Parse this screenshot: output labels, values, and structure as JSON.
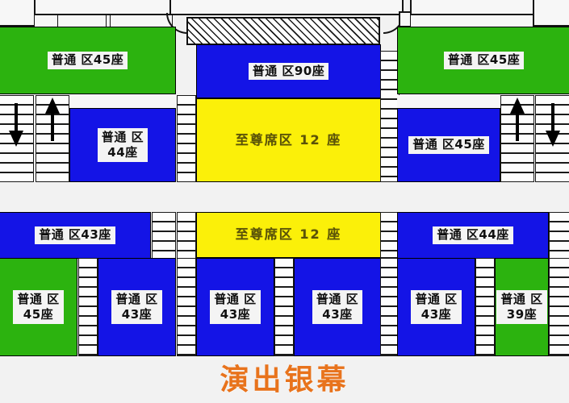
{
  "plan": {
    "screen_caption": "演出银幕",
    "colors": {
      "normal_green": "#2cb30f",
      "normal_blue": "#1414e6",
      "vip_yellow": "#fbf009",
      "caption_orange": "#e8731c",
      "outline_black": "#141414",
      "background": "#f2f2f2"
    }
  },
  "zones": {
    "upper_left_green_45": "普通  区45座",
    "upper_left_blue_44": "普通  区\n44座",
    "upper_center_blue_90": "普通  区90座",
    "upper_center_vip_12": "至尊席区 12 座",
    "upper_right_green_45": "普通  区45座",
    "upper_right_blue_45": "普通  区45座",
    "lower_left_blue_43": "普通  区43座",
    "lower_left_green_45": "普通  区\n45座",
    "lower_left_blue_43b": "普通  区\n43座",
    "lower_center_vip_12": "至尊席区 12 座",
    "lower_center_blue_43": "普通  区\n43座",
    "lower_center_blue_43b": "普通  区\n43座",
    "lower_right_blue_44": "普通  区44座",
    "lower_right_blue_43": "普通  区\n43座",
    "lower_right_green_39": "普通  区\n39座"
  },
  "aisles": {
    "left_outer_direction": "down",
    "left_inner_direction": "up",
    "right_inner_direction": "up",
    "right_outer_direction": "down"
  }
}
